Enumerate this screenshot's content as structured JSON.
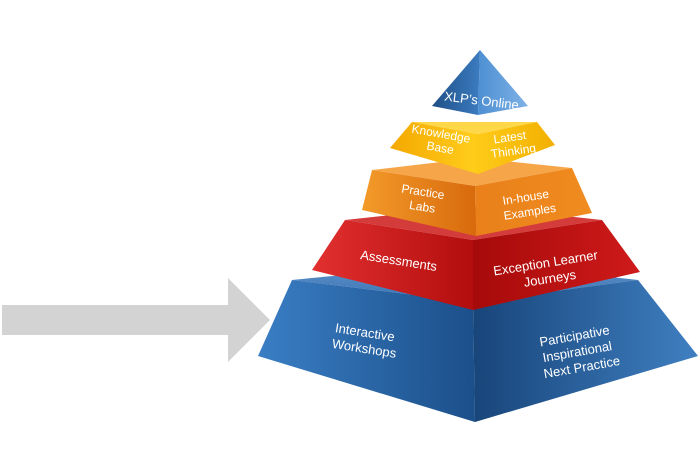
{
  "colors": {
    "arrow": "#d3d3d3",
    "tier_top": "#2e6aa8",
    "tier_2": "#f6b400",
    "tier_3": "#e07210",
    "tier_4": "#c41414",
    "tier_5": "#1f5a9a"
  },
  "pyramid": {
    "tier1": {
      "label": "XLP’s Online"
    },
    "tier2": {
      "left": [
        "Knowledge",
        "Base"
      ],
      "right": [
        "Latest",
        "Thinking"
      ]
    },
    "tier3": {
      "left": [
        "Practice",
        "Labs"
      ],
      "right": [
        "In-house",
        "Examples"
      ]
    },
    "tier4": {
      "left": [
        "Assessments"
      ],
      "right": [
        "Exception Learner",
        "Journeys"
      ]
    },
    "tier5": {
      "left": [
        "Interactive",
        "Workshops"
      ],
      "right": [
        "Participative",
        "Inspirational",
        "Next Practice"
      ]
    }
  }
}
